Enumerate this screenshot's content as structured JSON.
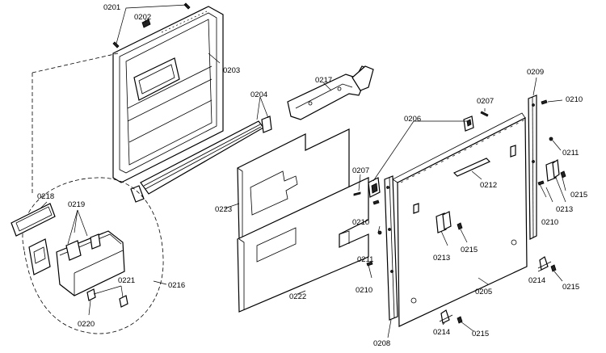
{
  "labels": {
    "p0201": "0201",
    "p0202": "0202",
    "p0203": "0203",
    "p0204": "0204",
    "p0205": "0205",
    "p0206": "0206",
    "p0207a": "0207",
    "p0207b": "0207",
    "p0208": "0208",
    "p0209": "0209",
    "p0210a": "0210",
    "p0210b": "0210",
    "p0210c": "0210",
    "p0210d": "0210",
    "p0211a": "0211",
    "p0211b": "0211",
    "p0212": "0212",
    "p0213a": "0213",
    "p0213b": "0213",
    "p0214a": "0214",
    "p0214b": "0214",
    "p0215a": "0215",
    "p0215b": "0215",
    "p0215c": "0215",
    "p0215d": "0215",
    "p0216": "0216",
    "p0217": "0217",
    "p0218": "0218",
    "p0219": "0219",
    "p0220": "0220",
    "p0221": "0221",
    "p0222": "0222",
    "p0223": "0223"
  }
}
